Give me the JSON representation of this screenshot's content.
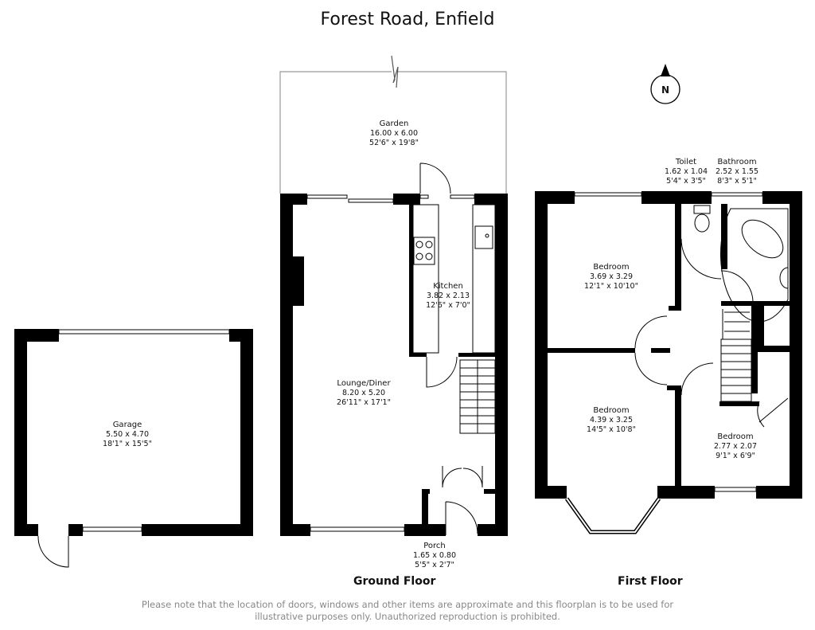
{
  "title": "Forest Road, Enfield",
  "compass": {
    "label": "N"
  },
  "rooms": [
    {
      "id": "garden",
      "name": "Garden",
      "metric": "16.00 x 6.00",
      "imperial": "52'6\" x 19'8\""
    },
    {
      "id": "kitchen",
      "name": "Kitchen",
      "metric": "3.82 x 2.13",
      "imperial": "12'6\" x 7'0\""
    },
    {
      "id": "lounge",
      "name": "Lounge/Diner",
      "metric": "8.20 x 5.20",
      "imperial": "26'11\" x 17'1\""
    },
    {
      "id": "garage",
      "name": "Garage",
      "metric": "5.50 x 4.70",
      "imperial": "18'1\" x 15'5\""
    },
    {
      "id": "porch",
      "name": "Porch",
      "metric": "1.65 x 0.80",
      "imperial": "5'5\" x 2'7\""
    },
    {
      "id": "toilet",
      "name": "Toilet",
      "metric": "1.62 x 1.04",
      "imperial": "5'4\" x 3'5\""
    },
    {
      "id": "bathroom",
      "name": "Bathroom",
      "metric": "2.52 x 1.55",
      "imperial": "8'3\" x 5'1\""
    },
    {
      "id": "bedroom1",
      "name": "Bedroom",
      "metric": "3.69 x 3.29",
      "imperial": "12'1\" x 10'10\""
    },
    {
      "id": "bedroom2",
      "name": "Bedroom",
      "metric": "4.39 x 3.25",
      "imperial": "14'5\" x 10'8\""
    },
    {
      "id": "bedroom3",
      "name": "Bedroom",
      "metric": "2.77 x 2.07",
      "imperial": "9'1\" x 6'9\""
    }
  ],
  "floors": {
    "ground": "Ground Floor",
    "first": "First Floor"
  },
  "disclaimer": "Please note that the location of doors, windows and other items are approximate and this floorplan is to be used for illustrative purposes only. Unauthorized reproduction is prohibited."
}
